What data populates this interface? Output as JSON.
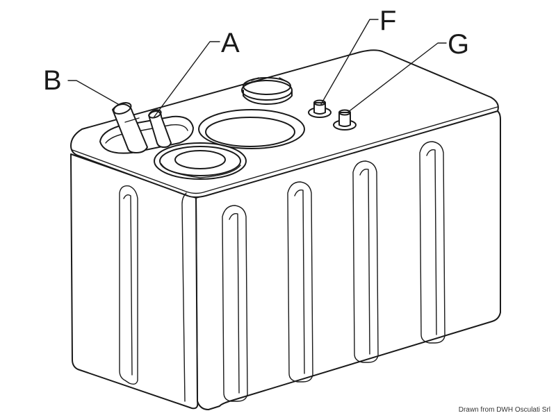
{
  "callouts": {
    "a": "A",
    "b": "B",
    "f": "F",
    "g": "G"
  },
  "credit": "Drawn from DWH Osculati Srl",
  "colors": {
    "line": "#1a1a1a",
    "background": "#ffffff"
  }
}
